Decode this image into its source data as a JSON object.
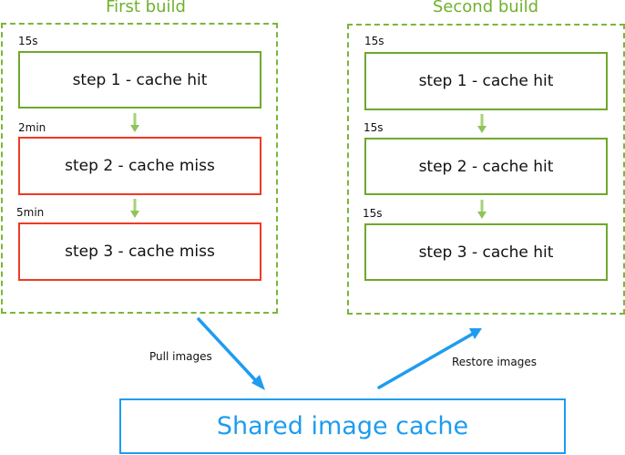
{
  "colors": {
    "hit": "#6fa82c",
    "miss": "#f03a24",
    "title": "#6fb12c",
    "cache": "#1e9cf0",
    "step_arrow": "#9fcf6f"
  },
  "builds": [
    {
      "title": "First build",
      "steps": [
        {
          "time": "15s",
          "label": "step 1 - cache hit",
          "status": "hit"
        },
        {
          "time": "2min",
          "label": "step 2 - cache miss",
          "status": "miss"
        },
        {
          "time": "5min",
          "label": "step 3 - cache miss",
          "status": "miss"
        }
      ]
    },
    {
      "title": "Second build",
      "steps": [
        {
          "time": "15s",
          "label": "step 1 - cache hit",
          "status": "hit"
        },
        {
          "time": "15s",
          "label": "step 2 - cache hit",
          "status": "hit"
        },
        {
          "time": "15s",
          "label": "step 3 - cache hit",
          "status": "hit"
        }
      ]
    }
  ],
  "edges": {
    "pull_label": "Pull images",
    "restore_label": "Restore images"
  },
  "cache": {
    "label": "Shared image cache"
  }
}
